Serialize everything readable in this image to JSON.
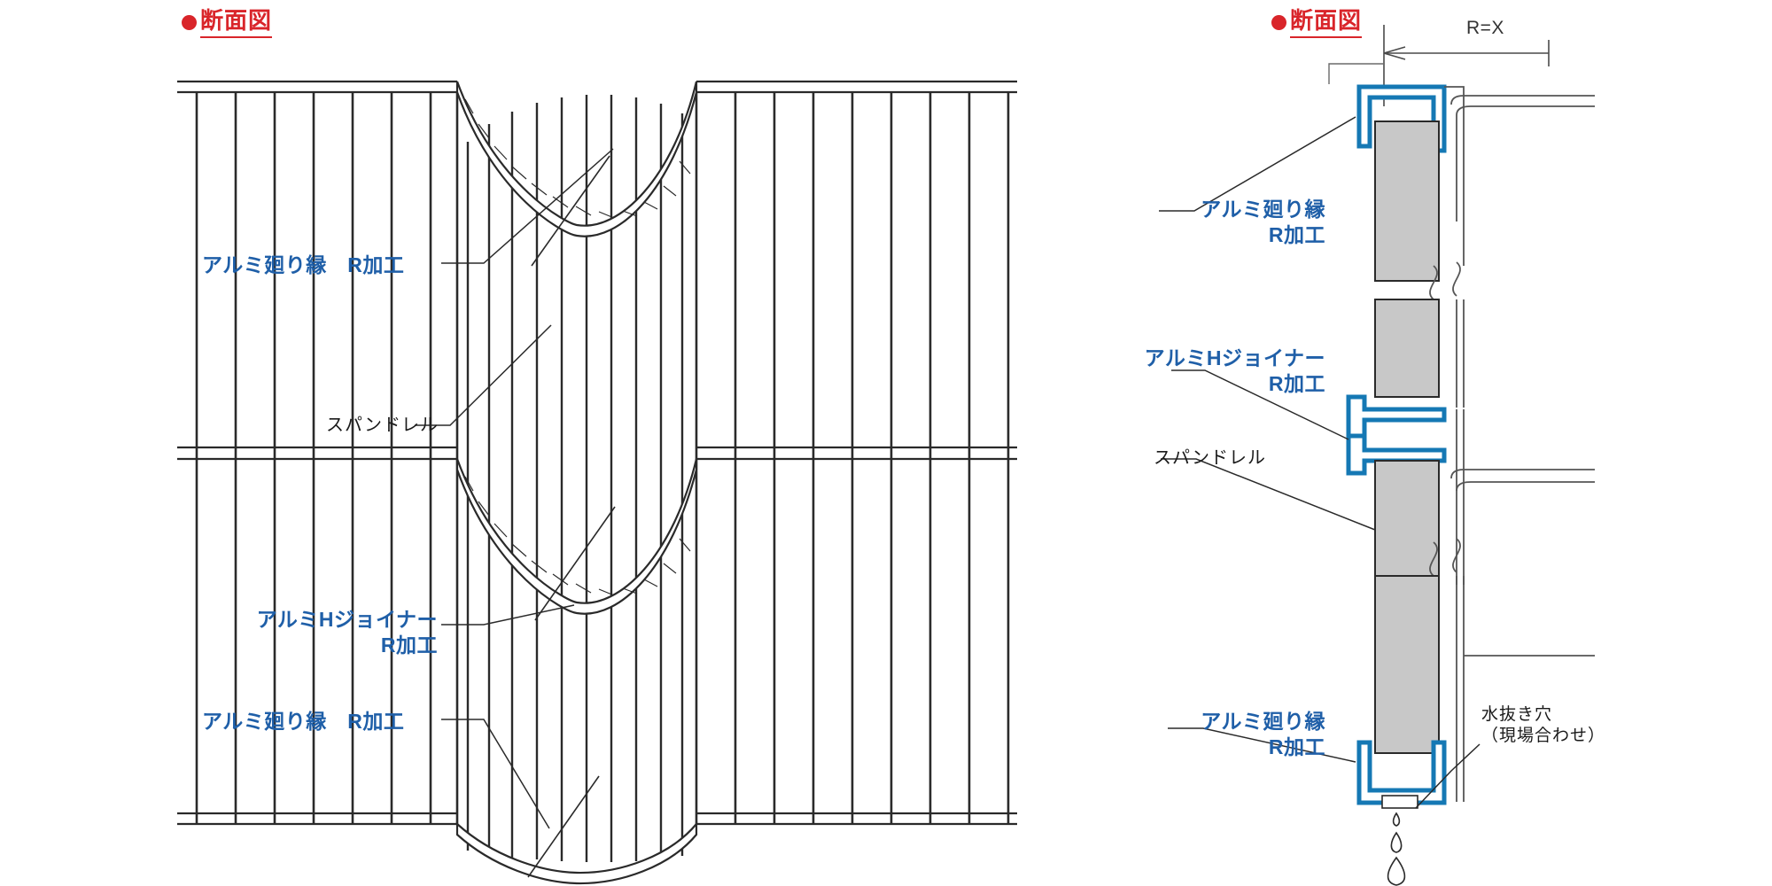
{
  "drawing": {
    "type": "architectural-cross-section",
    "colors": {
      "title_red": "#d9252a",
      "label_blue": "#1f5fa8",
      "label_black": "#1a1a1a",
      "aluminum_blue": "#1578b4",
      "panel_gray": "#c8c8c8",
      "line_dark": "#222222"
    }
  },
  "left_view": {
    "title_bullet": "●",
    "title": "断面図",
    "labels": [
      {
        "id": "alumi-mawaribuchi-top",
        "text": "アルミ廻り縁　R加工",
        "color": "blue"
      },
      {
        "id": "spandrel",
        "text": "スパンドレル",
        "color": "black"
      },
      {
        "id": "alumi-h-joiner-line1",
        "text": "アルミHジョイナー",
        "color": "blue"
      },
      {
        "id": "alumi-h-joiner-line2",
        "text": "R加工",
        "color": "blue"
      },
      {
        "id": "alumi-mawaribuchi-bottom",
        "text": "アルミ廻り縁　R加工",
        "color": "blue"
      }
    ]
  },
  "right_view": {
    "title_bullet": "●",
    "title": "断面図",
    "dimension": {
      "id": "radius-dimension",
      "text": "R=X"
    },
    "labels": [
      {
        "id": "alumi-mawaribuchi-top-line1",
        "text": "アルミ廻り縁",
        "color": "blue"
      },
      {
        "id": "alumi-mawaribuchi-top-line2",
        "text": "R加工",
        "color": "blue"
      },
      {
        "id": "alumi-h-joiner-line1",
        "text": "アルミHジョイナー",
        "color": "blue"
      },
      {
        "id": "alumi-h-joiner-line2",
        "text": "R加工",
        "color": "blue"
      },
      {
        "id": "spandrel",
        "text": "スパンドレル",
        "color": "black"
      },
      {
        "id": "alumi-mawaribuchi-bottom-line1",
        "text": "アルミ廻り縁",
        "color": "blue"
      },
      {
        "id": "alumi-mawaribuchi-bottom-line2",
        "text": "R加工",
        "color": "blue"
      },
      {
        "id": "drain-hole-line1",
        "text": "水抜き穴",
        "color": "black"
      },
      {
        "id": "drain-hole-line2",
        "text": "（現場合わせ）",
        "color": "black"
      }
    ]
  }
}
